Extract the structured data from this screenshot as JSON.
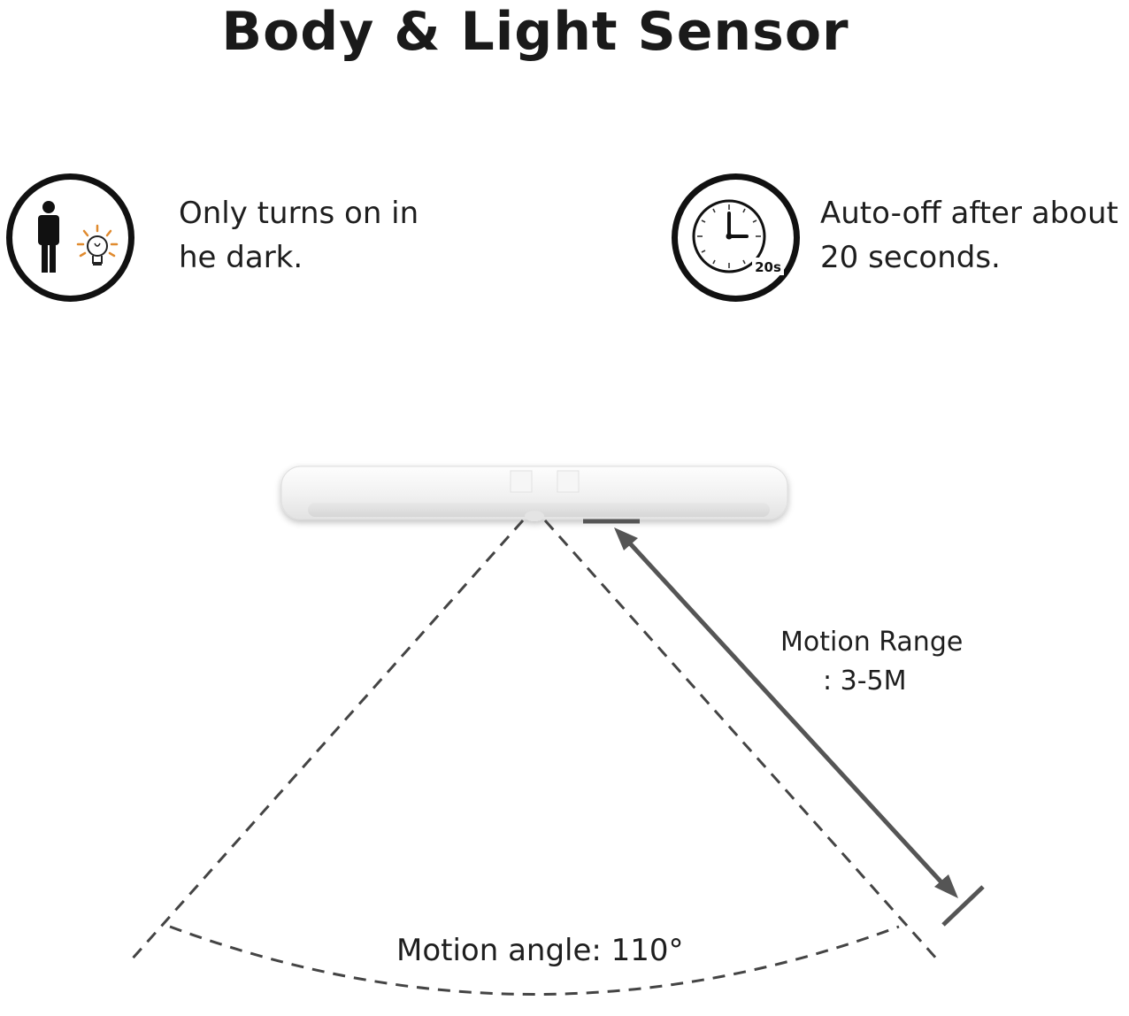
{
  "title": "Body & Light Sensor",
  "features": [
    {
      "icon": "person-lightbulb-icon",
      "lines": [
        "Only turns on in",
        "he dark."
      ]
    },
    {
      "icon": "clock-icon",
      "badge": "20s",
      "lines": [
        "Auto-off after about",
        "20 seconds."
      ]
    }
  ],
  "diagram": {
    "range_label": [
      "Motion Range",
      ": 3-5M"
    ],
    "angle_label": "Motion angle: 110°"
  },
  "colors": {
    "text": "#1e1e1e",
    "arrow": "#555555",
    "dash": "#444444",
    "bulb_rays": "#e08a2e"
  }
}
